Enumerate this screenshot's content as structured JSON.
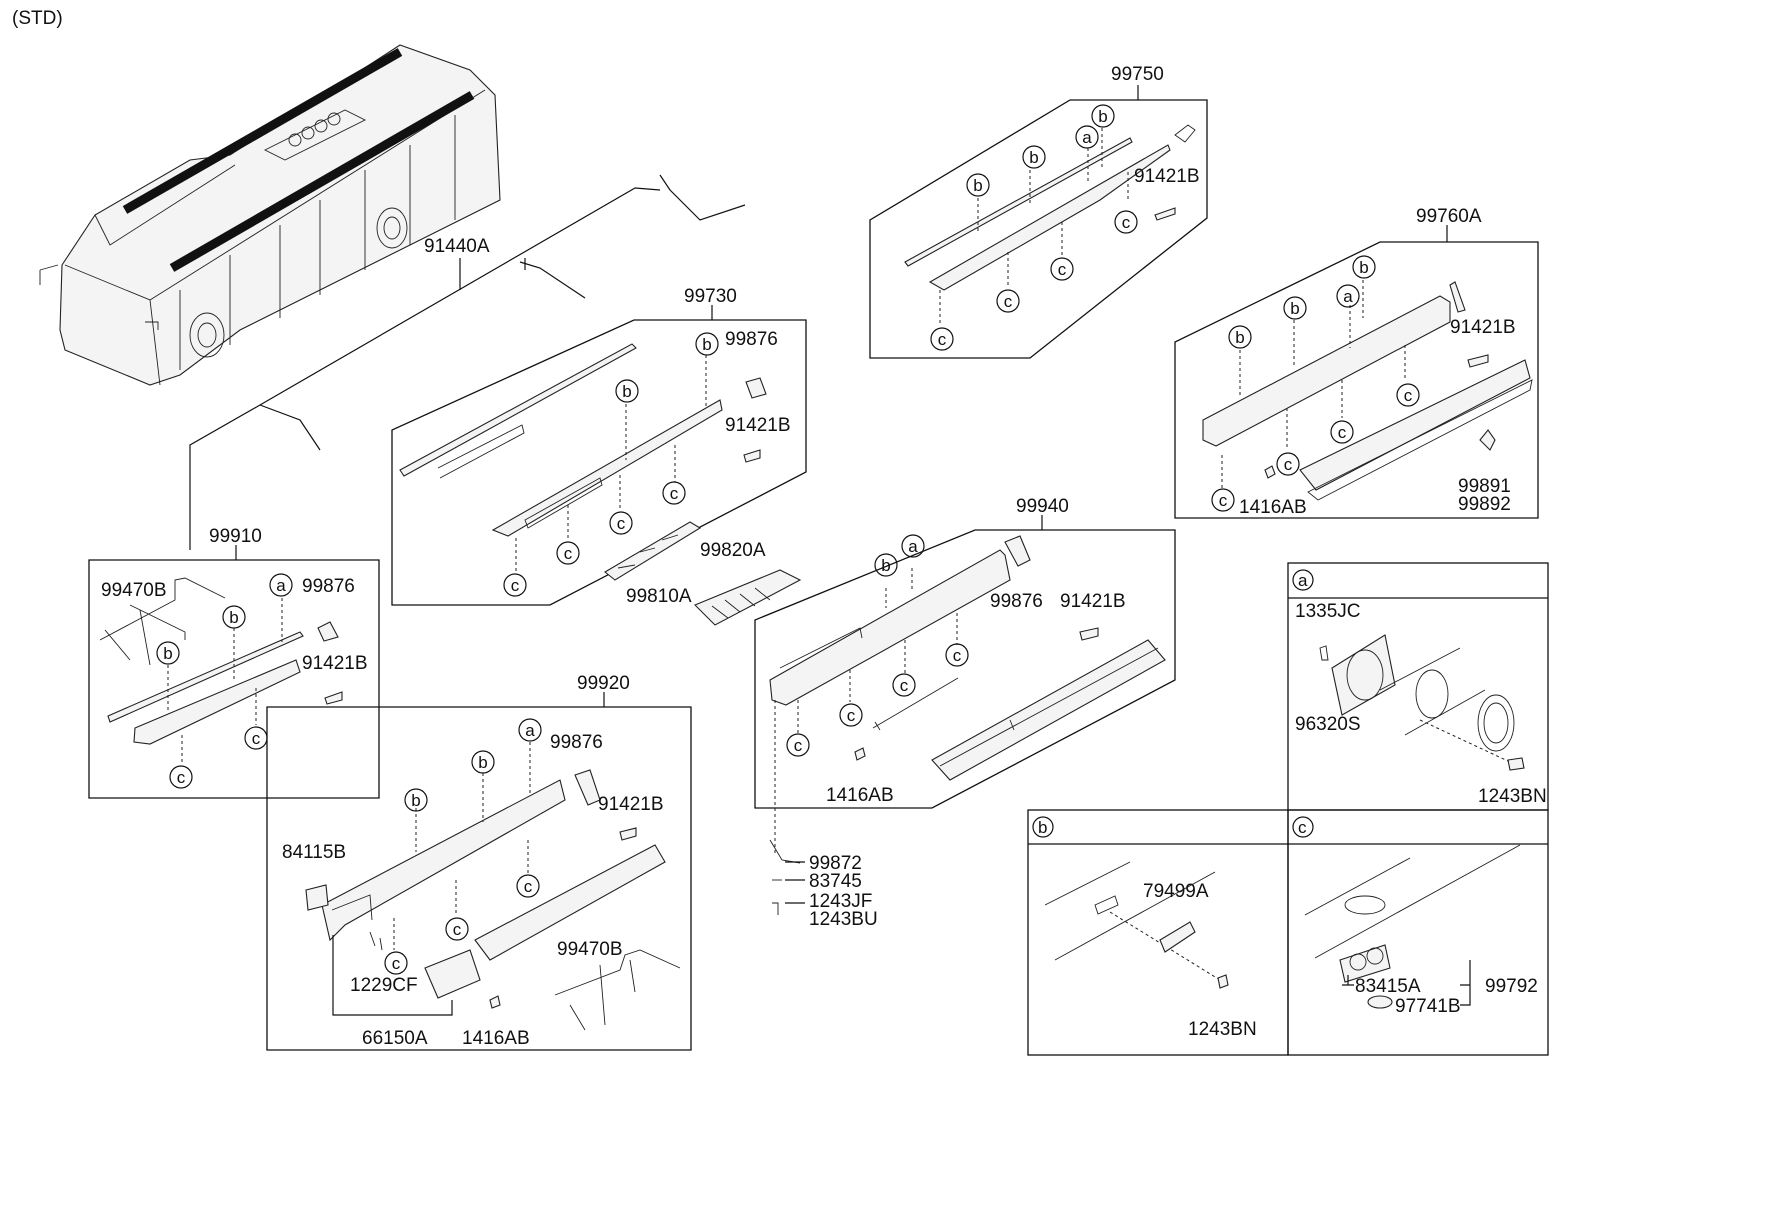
{
  "header": {
    "variant": "(STD)"
  },
  "groups": {
    "g99750": {
      "label": "99750",
      "parts": [
        "91421B"
      ]
    },
    "g99760A": {
      "label": "99760A",
      "parts": [
        "91421B",
        "1416AB",
        "99891",
        "99892"
      ]
    },
    "g99730": {
      "label": "99730",
      "parts": [
        "99876",
        "91421B"
      ]
    },
    "g99910": {
      "label": "99910",
      "parts": [
        "99470B",
        "99876",
        "91421B"
      ]
    },
    "g99940": {
      "label": "99940",
      "parts": [
        "99876",
        "91421B",
        "1416AB"
      ]
    },
    "g99920": {
      "label": "99920",
      "parts": [
        "99876",
        "91421B",
        "84115B",
        "1229CF",
        "99470B",
        "66150A",
        "1416AB"
      ]
    },
    "loose": {
      "p91440A": "91440A",
      "p99810A": "99810A",
      "p99820A": "99820A",
      "p99872": "99872",
      "p83745": "83745",
      "p1243JF": "1243JF",
      "p1243BU": "1243BU"
    },
    "detailA": {
      "label": "a",
      "parts": [
        "1335JC",
        "96320S",
        "1243BN"
      ]
    },
    "detailB": {
      "label": "b",
      "parts": [
        "79499A",
        "1243BN"
      ]
    },
    "detailC": {
      "label": "c",
      "parts": [
        "83415A",
        "97741B",
        "99792"
      ]
    }
  },
  "callout_markers": {
    "a": "a",
    "b": "b",
    "c": "c"
  }
}
